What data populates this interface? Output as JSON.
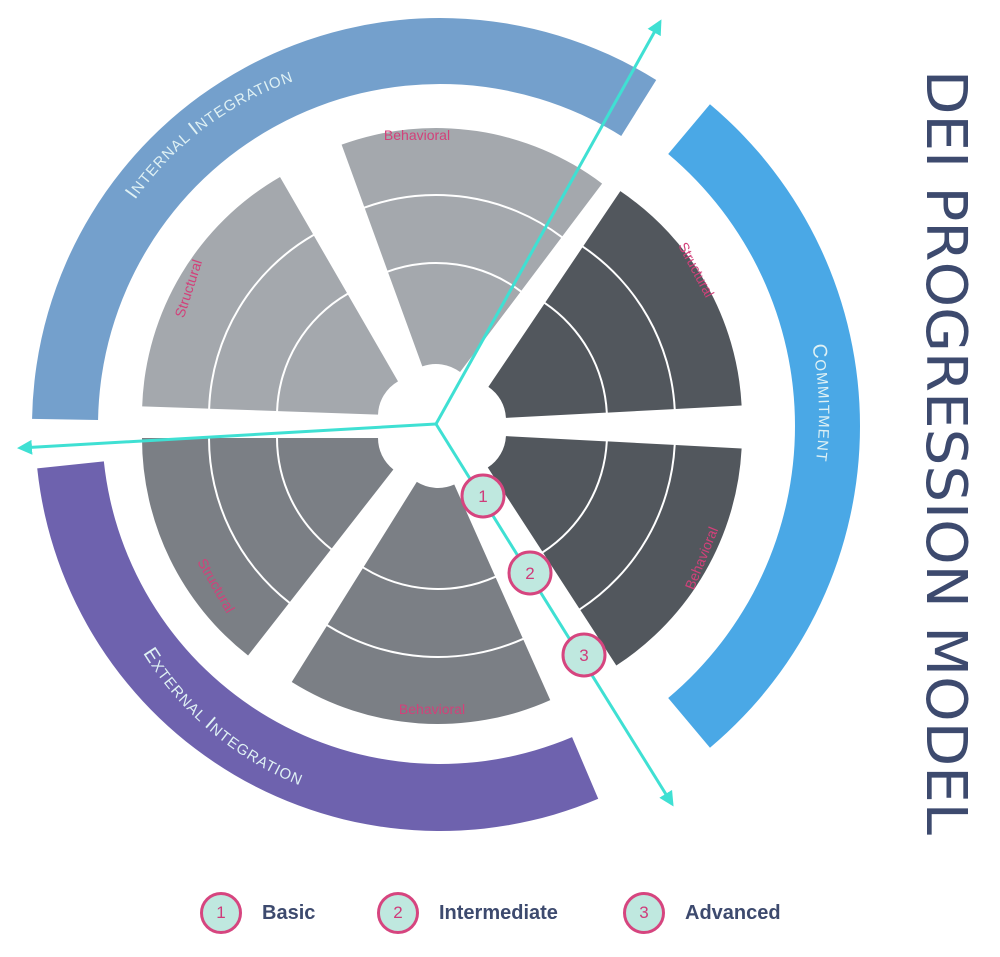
{
  "title": "DEI PROGRESSION MODEL",
  "rings": [
    {
      "id": "internal",
      "label_main": "I",
      "label_rest": "NTERNAL ",
      "label_main2": "I",
      "label_rest2": "NTEGRATION",
      "color": "#74a0cc"
    },
    {
      "id": "commitment",
      "label_main": "C",
      "label_rest": "OMMITMENT",
      "color": "#4aa8e6"
    },
    {
      "id": "external",
      "label_main": "E",
      "label_rest": "XTERNAL ",
      "label_main2": "I",
      "label_rest2": "NTEGRATION",
      "color": "#6e62ae"
    }
  ],
  "segment_labels": {
    "internal_behavioral": "Behavioral",
    "internal_structural": "Structural",
    "commitment_structural": "Structural",
    "commitment_behavioral": "Behavioral",
    "external_structural": "Structural",
    "external_behavioral": "Behavioral"
  },
  "segment_colors": {
    "internal": "#a4a8ad",
    "commitment": "#52575d",
    "external": "#7b7f85"
  },
  "arrow_color": "#3fe0d3",
  "levels": [
    {
      "num": "1",
      "label": "Basic"
    },
    {
      "num": "2",
      "label": "Intermediate"
    },
    {
      "num": "3",
      "label": "Advanced"
    }
  ],
  "badge_colors": {
    "fill": "#bfe8df",
    "stroke": "#d6457f"
  }
}
